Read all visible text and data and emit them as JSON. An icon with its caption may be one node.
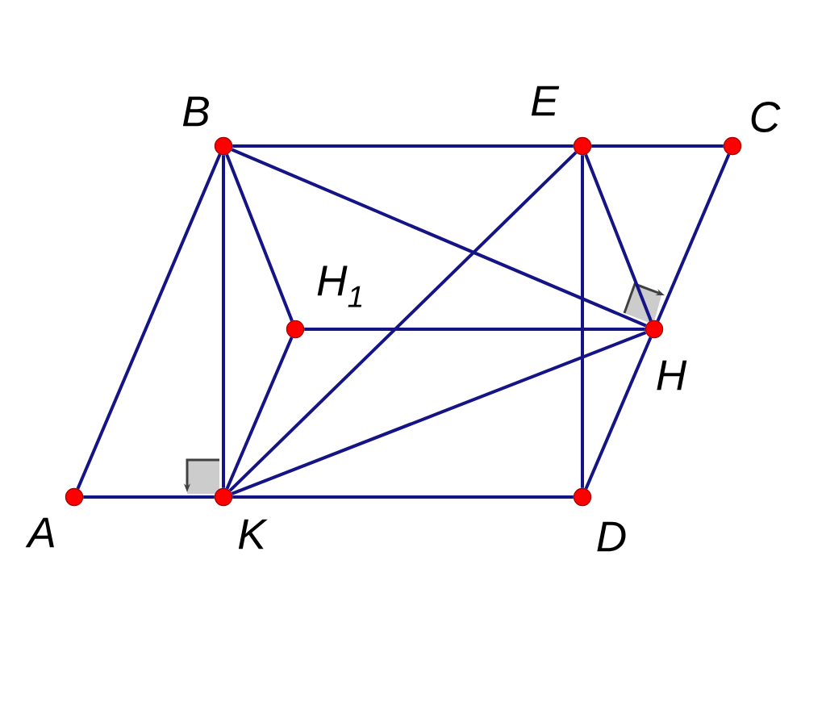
{
  "diagram": {
    "nodes": [
      {
        "text": [],
        "shape": "circle",
        "beside": [
          "B"
        ]
      },
      {
        "text": [],
        "shape": "circle",
        "beside": [
          "E"
        ]
      },
      {
        "text": [],
        "shape": "circle",
        "beside": [
          "C"
        ]
      },
      {
        "text": [],
        "shape": "circle",
        "beside": [
          "H$_{1}$"
        ]
      },
      {
        "text": [],
        "shape": "circle",
        "beside": [
          "H"
        ]
      },
      {
        "text": [],
        "shape": "circle",
        "beside": [
          "A"
        ]
      },
      {
        "text": [],
        "shape": "circle",
        "beside": [
          "K"
        ]
      },
      {
        "text": [],
        "shape": "circle",
        "beside": [
          "D"
        ]
      }
    ],
    "edges": [
      {
        "from": 0,
        "to": 1,
        "arrow": "none"
      },
      {
        "from": 1,
        "to": 2,
        "arrow": "none"
      },
      {
        "from": 0,
        "to": 5,
        "arrow": "none"
      },
      {
        "from": 5,
        "to": 6,
        "arrow": "none"
      },
      {
        "from": 6,
        "to": 7,
        "arrow": "none"
      },
      {
        "from": 2,
        "to": 4,
        "arrow": "none"
      },
      {
        "from": 4,
        "to": 7,
        "arrow": "none"
      },
      {
        "from": 0,
        "to": 6,
        "arrow": "none"
      },
      {
        "from": 0,
        "to": 3,
        "arrow": "none"
      },
      {
        "from": 0,
        "to": 4,
        "arrow": "none"
      },
      {
        "from": 1,
        "to": 6,
        "arrow": "none"
      },
      {
        "from": 1,
        "to": 4,
        "arrow": "none"
      },
      {
        "from": 1,
        "to": 7,
        "arrow": "none"
      },
      {
        "from": 3,
        "to": 4,
        "arrow": "none"
      },
      {
        "from": 3,
        "to": 6,
        "arrow": "none"
      },
      {
        "from": 6,
        "to": 4,
        "arrow": "none"
      }
    ]
  }
}
